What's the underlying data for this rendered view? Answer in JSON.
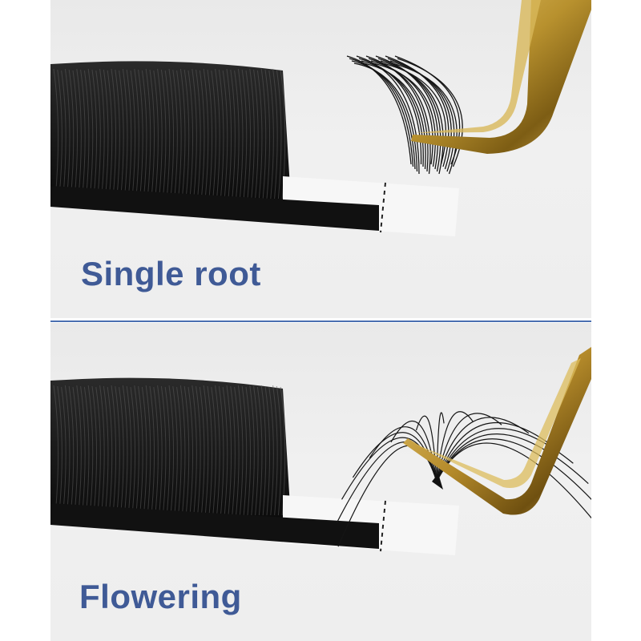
{
  "panels": [
    {
      "caption": "Single root"
    },
    {
      "caption": "Flowering"
    }
  ],
  "colors": {
    "caption": "#3f5a96",
    "divider": "#4a6fb0",
    "lash": "#141414",
    "strip_black": "#111111",
    "strip_white": "#f7f7f7",
    "tweezer_gold": "#b8912e",
    "background": "#ececec"
  },
  "icons": [
    "lash-tray-image",
    "tweezer-image"
  ]
}
